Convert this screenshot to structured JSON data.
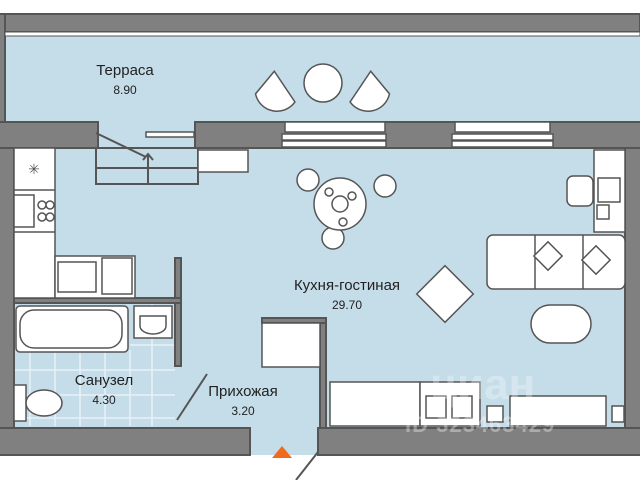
{
  "rooms": [
    {
      "name": "Терраса",
      "area": "8.90"
    },
    {
      "name": "Кухня-гостиная",
      "area": "29.70"
    },
    {
      "name": "Санузел",
      "area": "4.30"
    },
    {
      "name": "Прихожая",
      "area": "3.20"
    }
  ],
  "watermark": {
    "brand": "циан",
    "id": "ID 323463429"
  },
  "colors": {
    "floor": "#c5dce9",
    "wall": "#808080",
    "outline": "#555555",
    "entrance_marker": "#f26b1d"
  }
}
